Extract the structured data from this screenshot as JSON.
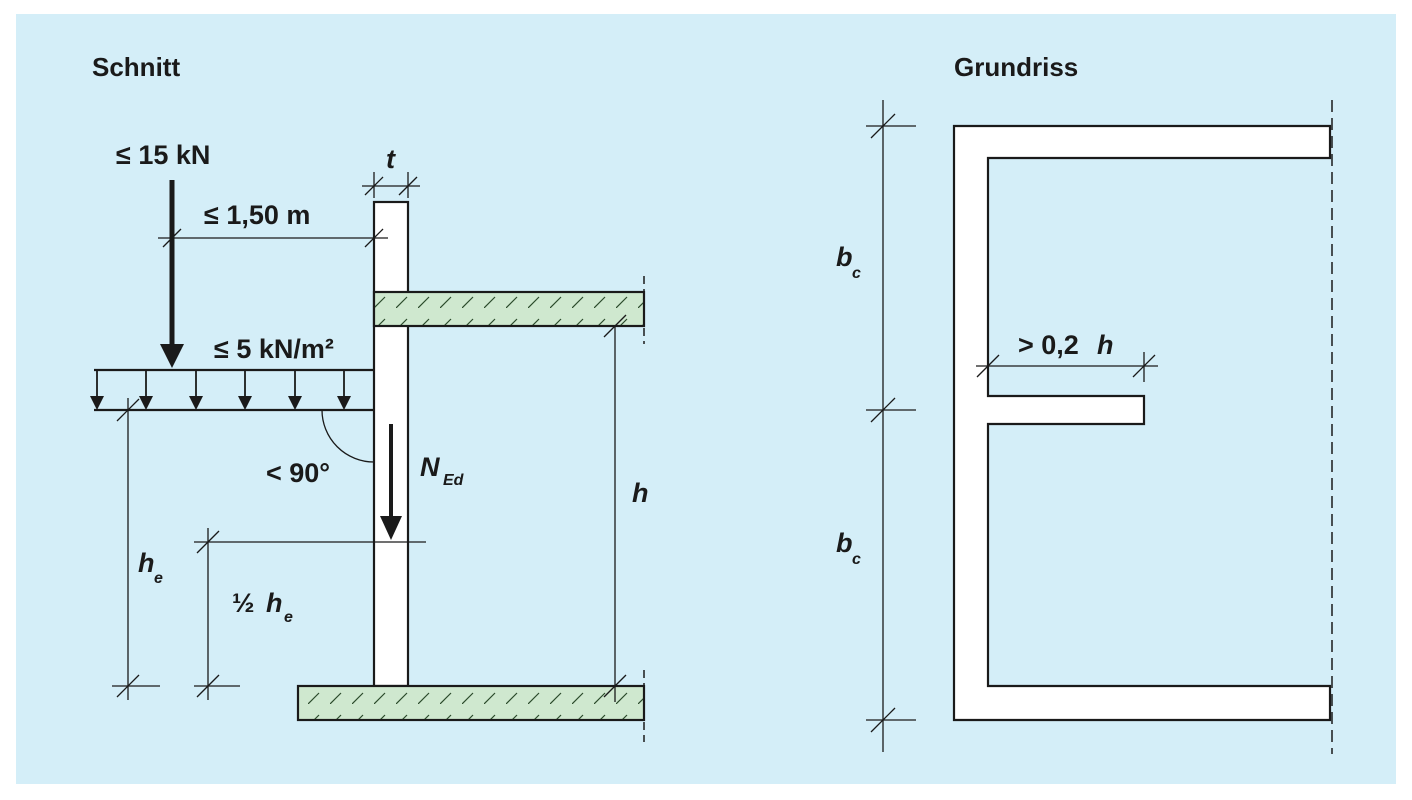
{
  "colors": {
    "background": "#d4eef8",
    "outline": "#1a1a1a",
    "slab_fill": "#cfe8cf",
    "hatch": "#2a4a2a"
  },
  "schnitt": {
    "title": "Schnitt",
    "point_load": "≤ 15 kN",
    "distance": "≤ 1,50 m",
    "area_load": "≤ 5 kN/m²",
    "thickness": "t",
    "angle": "< 90°",
    "axial_main": "N",
    "axial_sub": "Ed",
    "height": "h",
    "he_main": "h",
    "he_sub": "e",
    "half_prefix": "½",
    "half_main": "h",
    "half_sub": "e"
  },
  "grundriss": {
    "title": "Grundriss",
    "bc1_main": "b",
    "bc1_sub": "c",
    "bc2_main": "b",
    "bc2_sub": "c",
    "min_length_prefix": "> 0,2",
    "min_length_var": "h"
  }
}
